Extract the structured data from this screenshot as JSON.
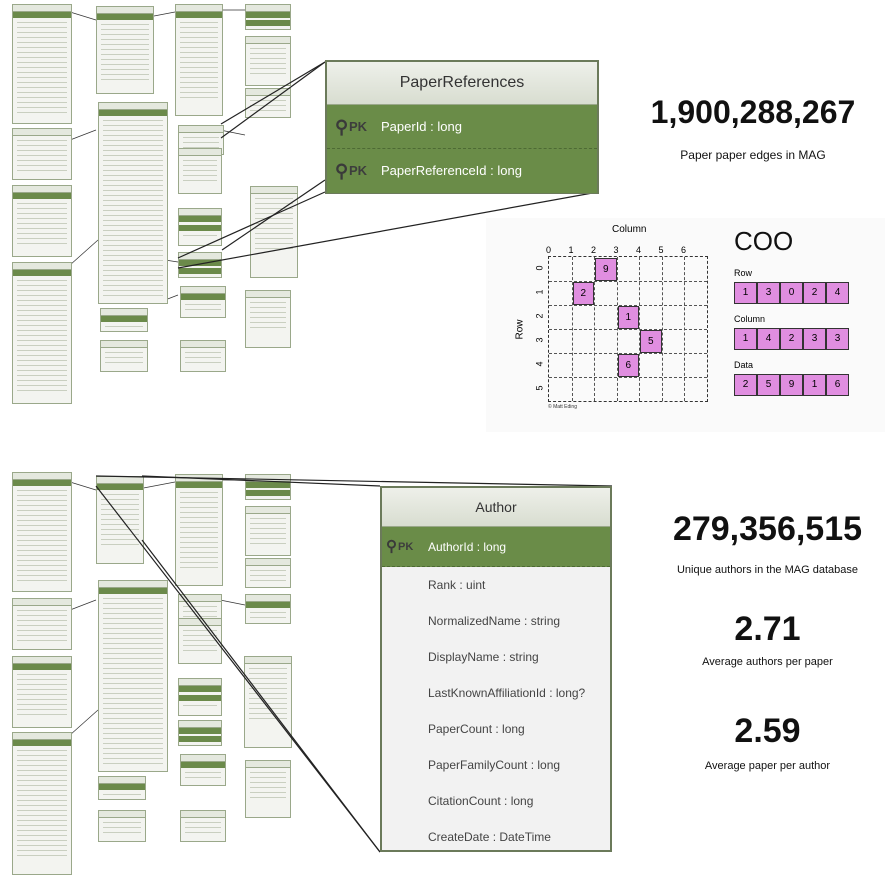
{
  "top": {
    "zoom_title": "PaperReferences",
    "pk_label": "PK",
    "rows": [
      "PaperId : long",
      "PaperReferenceId : long"
    ],
    "stat_value": "1,900,288,267",
    "stat_caption": "Paper paper edges in MAG"
  },
  "coo": {
    "title": "COO",
    "column_label": "Column",
    "row_label": "Row",
    "col_ticks": [
      "0",
      "1",
      "2",
      "3",
      "4",
      "5",
      "6"
    ],
    "row_ticks": [
      "0",
      "1",
      "2",
      "3",
      "4",
      "5"
    ],
    "cells": [
      {
        "r": 0,
        "c": 2,
        "v": "9"
      },
      {
        "r": 1,
        "c": 1,
        "v": "2"
      },
      {
        "r": 2,
        "c": 3,
        "v": "1"
      },
      {
        "r": 3,
        "c": 4,
        "v": "5"
      },
      {
        "r": 4,
        "c": 3,
        "v": "6"
      }
    ],
    "arr_row_label": "Row",
    "arr_row": [
      "1",
      "3",
      "0",
      "2",
      "4"
    ],
    "arr_col_label": "Column",
    "arr_col": [
      "1",
      "4",
      "2",
      "3",
      "3"
    ],
    "arr_data_label": "Data",
    "arr_data": [
      "2",
      "5",
      "9",
      "1",
      "6"
    ],
    "credit": "© Matt Eding",
    "accent": "#e08ee0"
  },
  "bottom": {
    "zoom_title": "Author",
    "pk_label": "PK",
    "pk_row": "AuthorId : long",
    "rows": [
      "Rank : uint",
      "NormalizedName : string",
      "DisplayName : string",
      "LastKnownAffiliationId : long?",
      "PaperCount : long",
      "PaperFamilyCount : long",
      "CitationCount : long",
      "CreateDate : DateTime"
    ],
    "stats": [
      {
        "value": "279,356,515",
        "caption": "Unique authors in the MAG database"
      },
      {
        "value": "2.71",
        "caption": "Average authors per paper"
      },
      {
        "value": "2.59",
        "caption": "Average paper per author"
      }
    ]
  },
  "colors": {
    "schema_green": "#6a8c48",
    "border": "#6b7a5a"
  }
}
